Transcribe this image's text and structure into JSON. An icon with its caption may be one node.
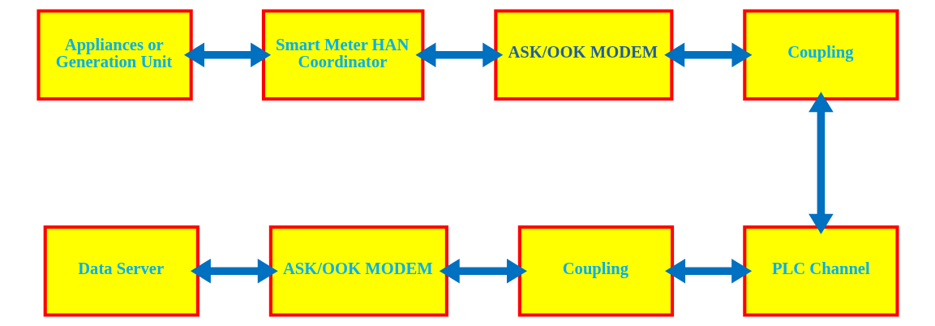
{
  "diagram": {
    "nodes": [
      {
        "text": [
          "Appliances or Generation Unit"
        ]
      },
      {
        "text": [
          "Smart Meter HAN Coordinator"
        ]
      },
      {
        "text": [
          "ASK/OOK MODEM"
        ]
      },
      {
        "text": [
          "Coupling"
        ]
      },
      {
        "text": [
          "Data Server"
        ]
      },
      {
        "text": [
          "ASK/OOK MODEM"
        ]
      },
      {
        "text": [
          "Coupling"
        ]
      },
      {
        "text": [
          "PLC Channel"
        ]
      }
    ],
    "edges": [
      {
        "from": 0,
        "to": 1,
        "arrow": "both"
      },
      {
        "from": 1,
        "to": 2,
        "arrow": "both"
      },
      {
        "from": 2,
        "to": 3,
        "arrow": "both"
      },
      {
        "from": 3,
        "to": 7,
        "arrow": "both"
      },
      {
        "from": 4,
        "to": 5,
        "arrow": "both"
      },
      {
        "from": 5,
        "to": 6,
        "arrow": "both"
      },
      {
        "from": 6,
        "to": 7,
        "arrow": "both"
      }
    ]
  }
}
